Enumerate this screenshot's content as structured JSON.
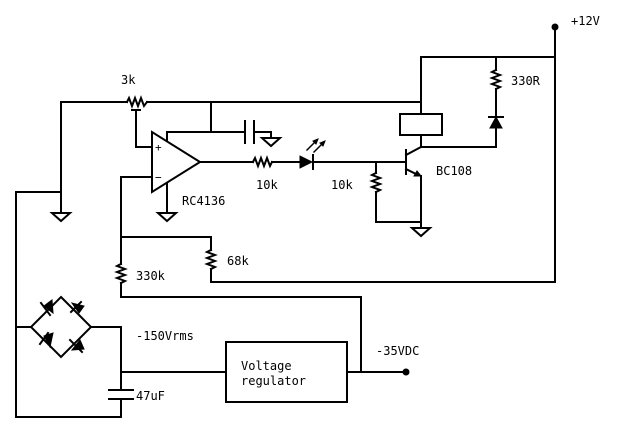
{
  "diagram": {
    "type": "circuit-schematic",
    "supply": {
      "positive_rail": "+12V",
      "negative_output": "-35VDC",
      "ac_input": "-150Vrms"
    },
    "components": {
      "r_3k": {
        "label": "3k",
        "kind": "potentiometer"
      },
      "opamp": {
        "label": "RC4136",
        "kind": "op-amp",
        "plus": "+",
        "minus": "−"
      },
      "r_10k_series": {
        "label": "10k",
        "kind": "resistor"
      },
      "led": {
        "kind": "LED"
      },
      "r_10k_base": {
        "label": "10k",
        "kind": "resistor"
      },
      "transistor": {
        "label": "BC108",
        "kind": "NPN transistor"
      },
      "relay": {
        "kind": "relay coil"
      },
      "r_330R": {
        "label": "330R",
        "kind": "resistor"
      },
      "diode_indicator": {
        "kind": "diode"
      },
      "r_68k": {
        "label": "68k",
        "kind": "resistor"
      },
      "r_330k": {
        "label": "330k",
        "kind": "resistor"
      },
      "bridge": {
        "kind": "bridge rectifier"
      },
      "c_47uF": {
        "label": "47uF",
        "kind": "capacitor"
      },
      "c_filter": {
        "kind": "capacitor"
      },
      "regulator": {
        "line1": "Voltage",
        "line2": "regulator",
        "kind": "block"
      }
    }
  }
}
